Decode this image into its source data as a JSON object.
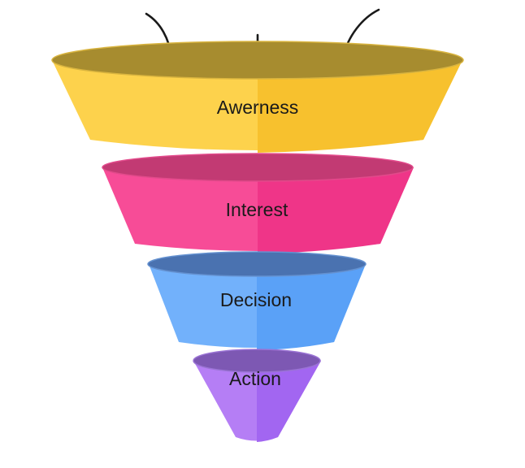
{
  "diagram": {
    "stages": [
      {
        "label": "Awerness",
        "color_side": "#fdd24c",
        "color_side_dark": "#f7c12e",
        "color_top": "#a78c2f",
        "color_top_edge": "#d9b43f"
      },
      {
        "label": "Interest",
        "color_side": "#f74c97",
        "color_side_dark": "#ef3588",
        "color_top": "#c23a73",
        "color_top_edge": "#e24a8b"
      },
      {
        "label": "Decision",
        "color_side": "#72b1fb",
        "color_side_dark": "#5aa1f7",
        "color_top": "#4a72b0",
        "color_top_edge": "#6491d0"
      },
      {
        "label": "Action",
        "color_side": "#b57ef5",
        "color_side_dark": "#a266f1",
        "color_top": "#7d58b3",
        "color_top_edge": "#9a73d4"
      }
    ],
    "arrow_color": "#1a1a1a",
    "arrow_icons": [
      "curved-arrow-down-icon",
      "arrow-down-icon",
      "curved-arrow-down-icon"
    ]
  }
}
